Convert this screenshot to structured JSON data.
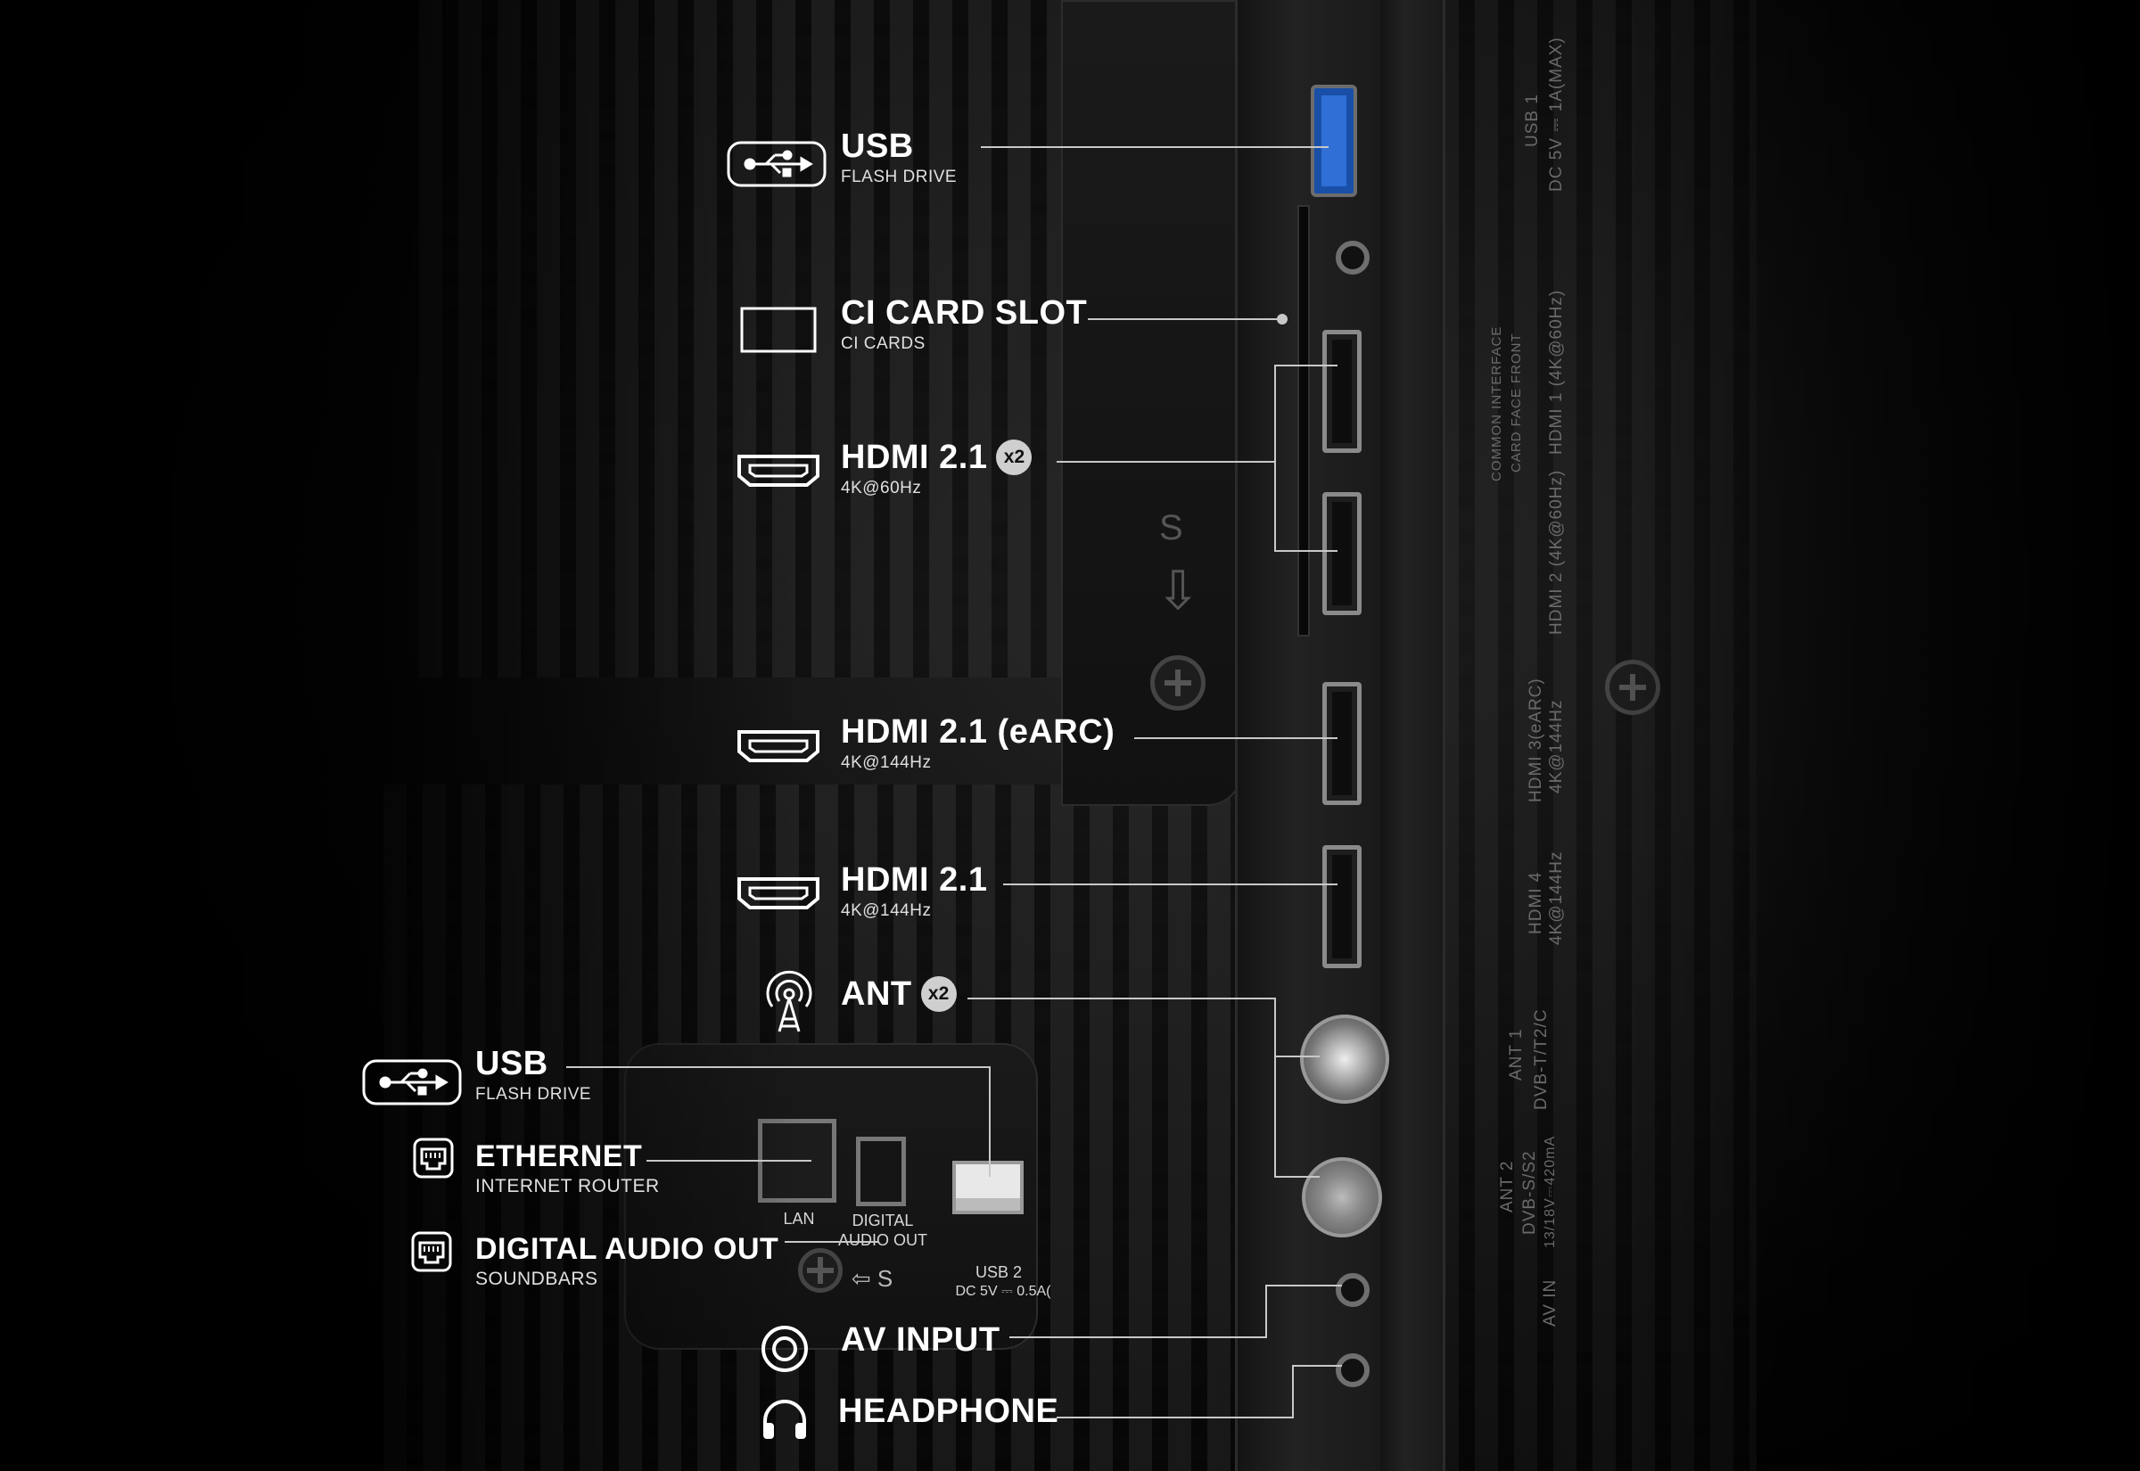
{
  "labels": {
    "usb_top": {
      "title": "USB",
      "subtitle": "FLASH DRIVE"
    },
    "ci_slot": {
      "title": "CI CARD SLOT",
      "subtitle": "CI CARDS"
    },
    "hdmi_x2": {
      "title": "HDMI 2.1",
      "subtitle": "4K@60Hz",
      "badge": "x2"
    },
    "hdmi_earc": {
      "title": "HDMI 2.1 (eARC)",
      "subtitle": "4K@144Hz"
    },
    "hdmi_single": {
      "title": "HDMI 2.1",
      "subtitle": "4K@144Hz"
    },
    "ant": {
      "title": "ANT",
      "badge": "x2"
    },
    "usb_bottom": {
      "title": "USB",
      "subtitle": "FLASH DRIVE"
    },
    "ethernet": {
      "title": "ETHERNET",
      "subtitle": "INTERNET ROUTER"
    },
    "digital_audio": {
      "title": "DIGITAL AUDIO OUT",
      "subtitle": "SOUNDBARS"
    },
    "av_input": {
      "title": "AV INPUT"
    },
    "headphone": {
      "title": "HEADPHONE"
    }
  },
  "panel_print": {
    "usb1": "USB 1",
    "usb1_power": "DC 5V ⎓ 1A(MAX)",
    "common_interface": "COMMON INTERFACE",
    "card_face_front": "CARD FACE FRONT",
    "hdmi1": "HDMI 1 (4K@60Hz)",
    "hdmi2": "HDMI 2 (4K@60Hz)",
    "hdmi3": "HDMI 3(eARC)",
    "hdmi3_rate": "4K@144Hz",
    "hdmi4": "HDMI 4",
    "hdmi4_rate": "4K@144Hz",
    "ant1": "ANT 1",
    "ant1_std": "DVB-T/T2/C",
    "ant2": "ANT 2",
    "ant2_std": "DVB-S/S2",
    "ant2_power": "13/18V⎓420mA",
    "av_in": "AV IN",
    "lan": "LAN",
    "digital_audio_out_1": "DIGITAL",
    "digital_audio_out_2": "AUDIO OUT",
    "usb2": "USB 2",
    "usb2_power": "DC 5V ⎓ 0.5A(",
    "s_marker_1": "S",
    "s_marker_2": "S"
  }
}
